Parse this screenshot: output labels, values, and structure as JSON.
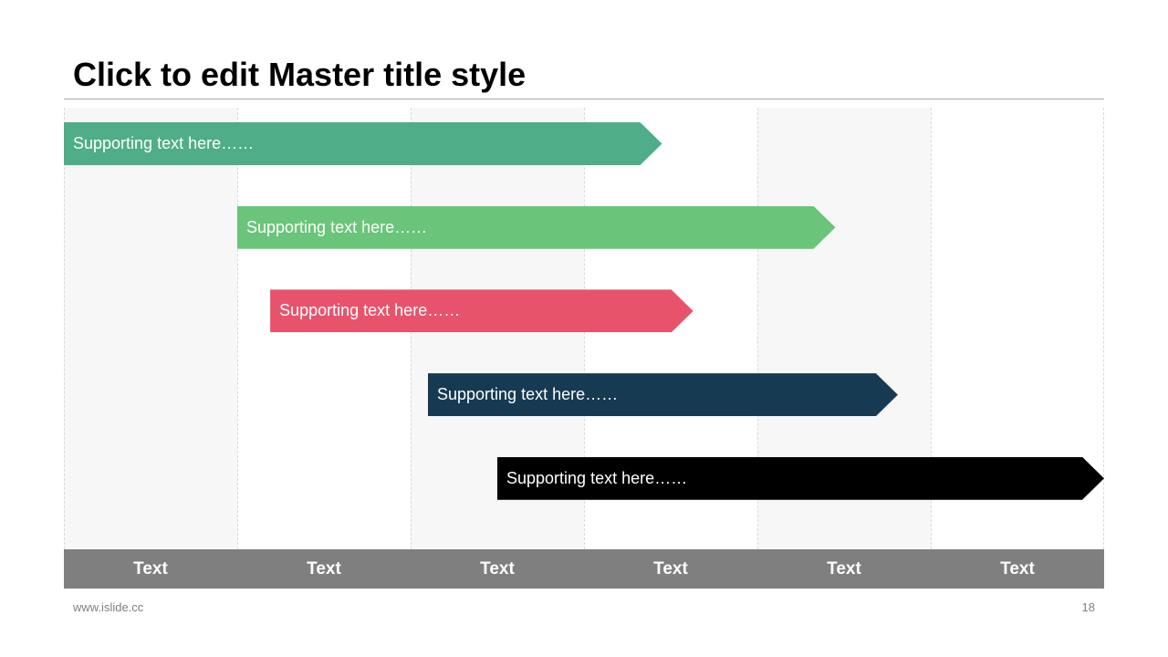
{
  "title": "Click to edit Master title style",
  "footer": {
    "website": "www.islide.cc",
    "page_number": "18"
  },
  "chart_data": {
    "type": "gantt",
    "categories": [
      "Text",
      "Text",
      "Text",
      "Text",
      "Text",
      "Text"
    ],
    "tasks": [
      {
        "label": "Supporting text here……",
        "start": 0.0,
        "end": 3.45,
        "color": "#4fae87"
      },
      {
        "label": "Supporting text here……",
        "start": 1.0,
        "end": 4.45,
        "color": "#6ac47a"
      },
      {
        "label": "Supporting text here……",
        "start": 1.19,
        "end": 3.63,
        "color": "#e8536c"
      },
      {
        "label": "Supporting text here……",
        "start": 2.1,
        "end": 4.81,
        "color": "#163a52"
      },
      {
        "label": "Supporting text here……",
        "start": 2.5,
        "end": 6.0,
        "color": "#000000"
      }
    ]
  }
}
